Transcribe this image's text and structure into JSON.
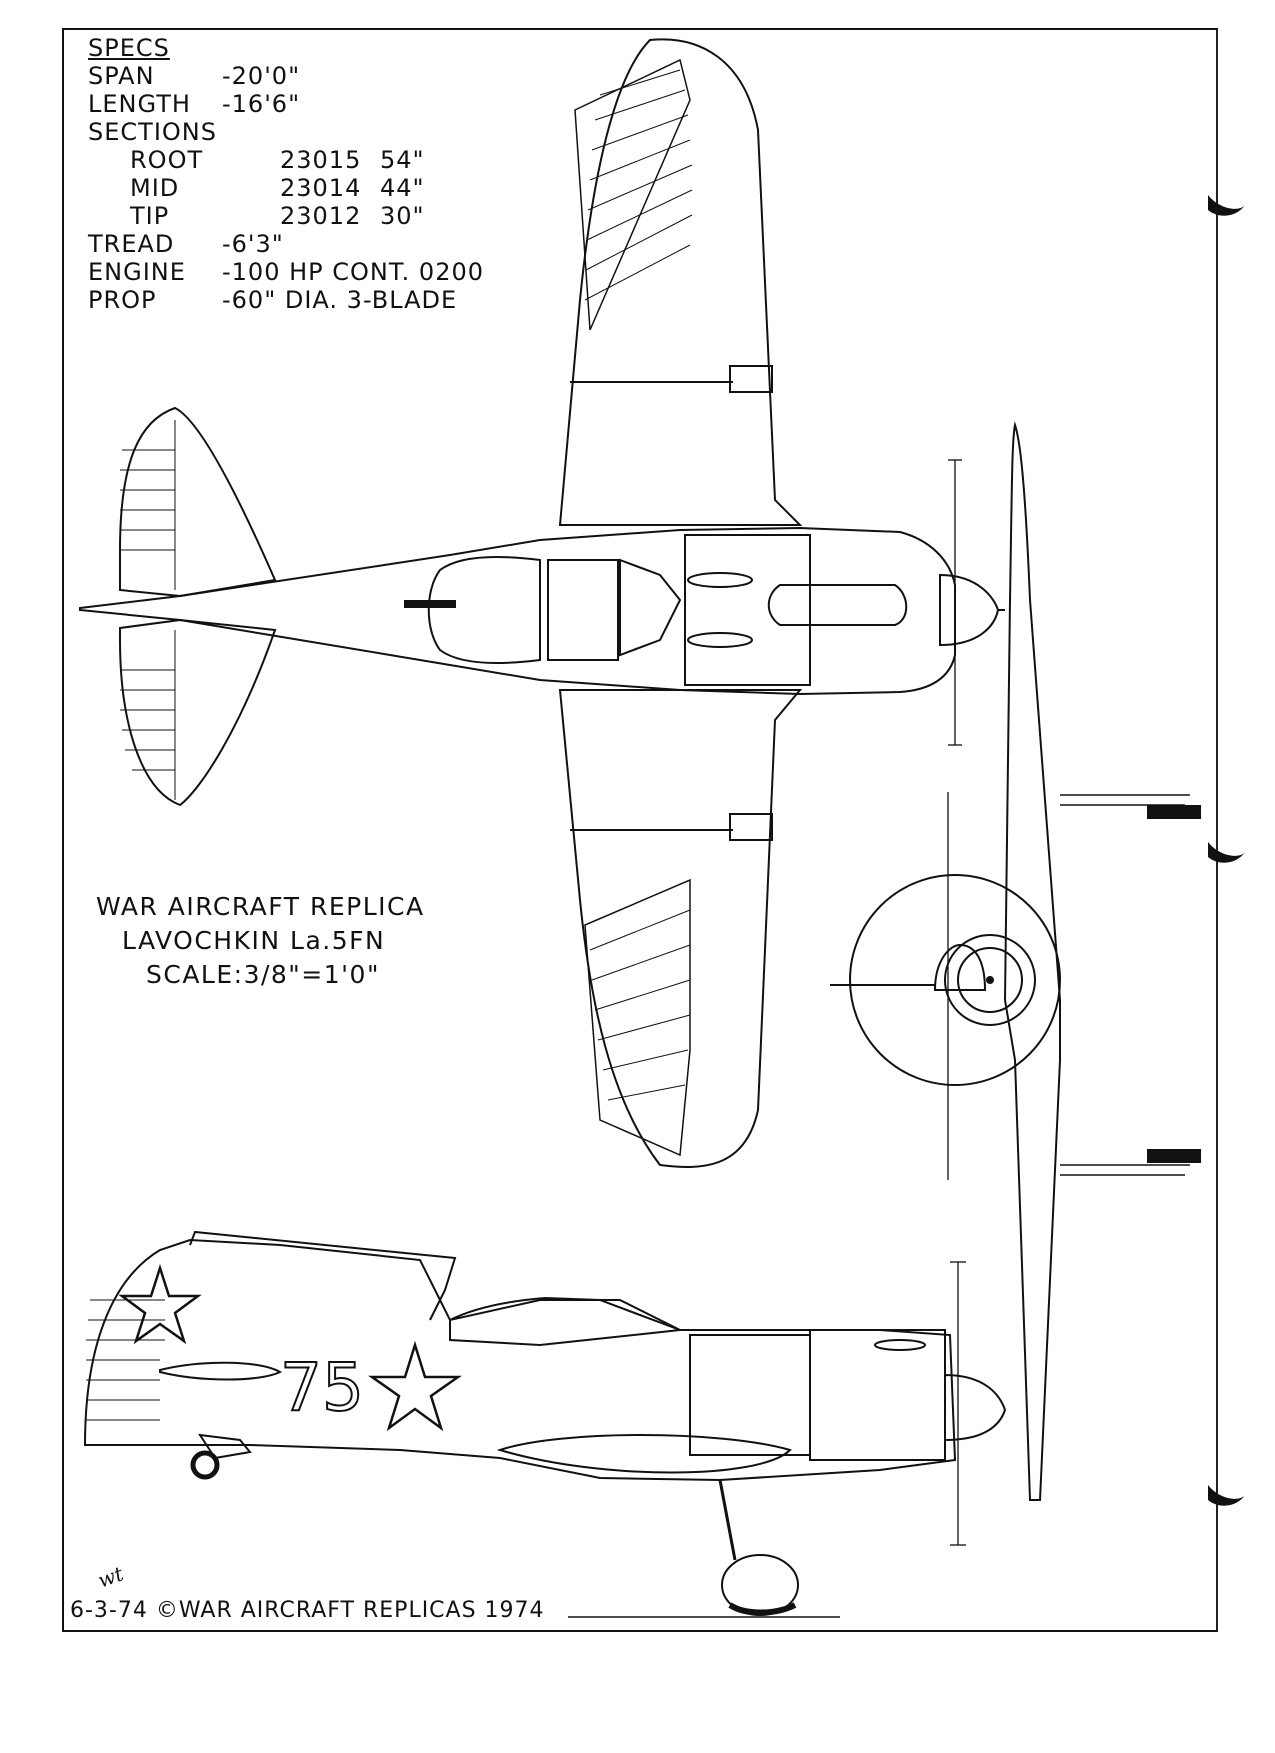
{
  "specs": {
    "heading": "SPECS",
    "span_label": "SPAN",
    "span_value": "-20'0\"",
    "length_label": "LENGTH",
    "length_value": "-16'6\"",
    "sections_label": "SECTIONS",
    "root_label": "ROOT",
    "root_airfoil": "23015",
    "root_chord": "54\"",
    "mid_label": "MID",
    "mid_airfoil": "23014",
    "mid_chord": "44\"",
    "tip_label": "TIP",
    "tip_airfoil": "23012",
    "tip_chord": "30\"",
    "tread_label": "TREAD",
    "tread_value": "-6'3\"",
    "engine_label": "ENGINE",
    "engine_value": "-100 HP CONT. 0200",
    "prop_label": "PROP",
    "prop_value": "-60\" DIA. 3-BLADE"
  },
  "title": {
    "line1": "WAR AIRCRAFT REPLICA",
    "line2": "LAVOCHKIN La.5FN",
    "line3": "SCALE:3/8\"=1'0\""
  },
  "fuselage_number": "75",
  "footer": {
    "date": "6-3-74",
    "copyright": "©WAR AIRCRAFT REPLICAS 1974",
    "initials": "wt"
  }
}
